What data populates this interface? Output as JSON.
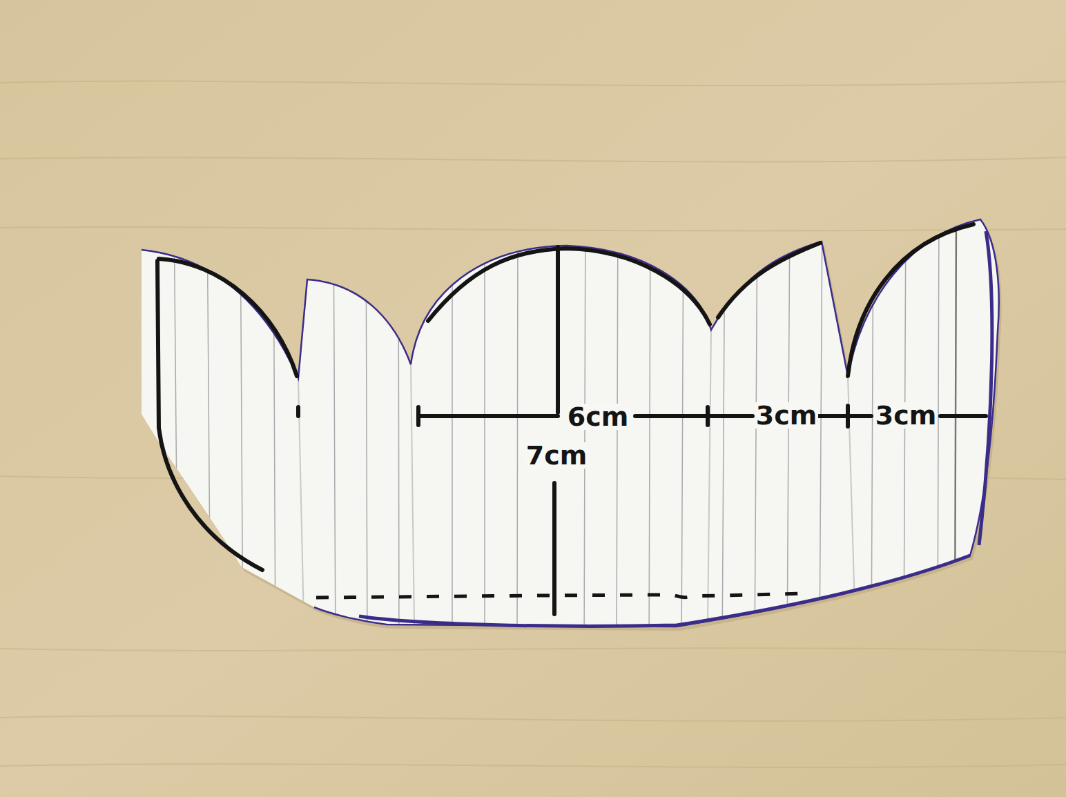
{
  "diagram": {
    "labels": [
      "6cm",
      "3cm",
      "3cm",
      "7cm"
    ]
  }
}
